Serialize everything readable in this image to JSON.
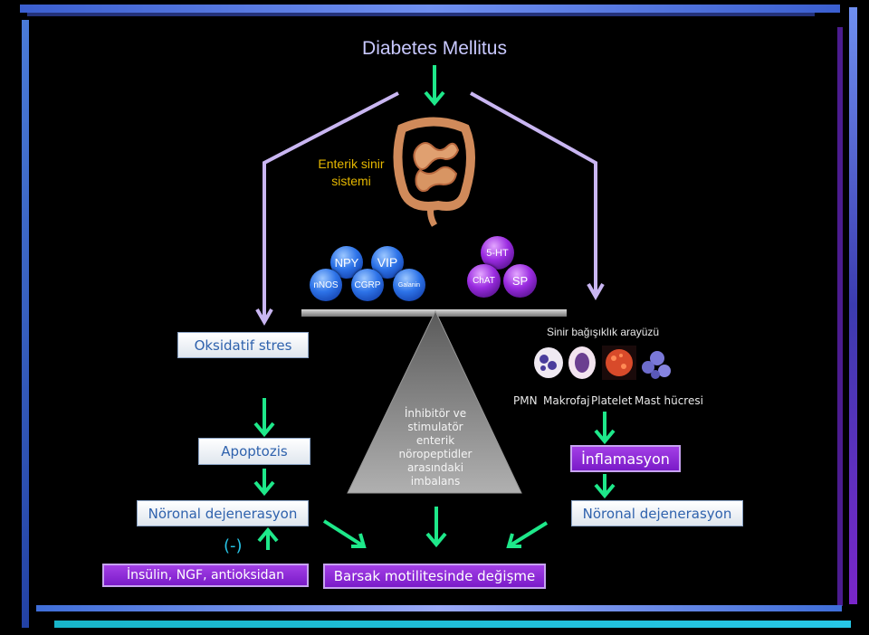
{
  "title": "Diabetes Mellitus",
  "enteric": {
    "line1": "Enterik sinir",
    "line2": "sistemi"
  },
  "neuro_left": [
    "NPY",
    "VIP",
    "nNOS",
    "CGRP",
    "Galanin"
  ],
  "neuro_right": [
    "5-HT",
    "ChAT",
    "SP"
  ],
  "oxidative": "Oksidatif stres",
  "interface_label": "Sinir bağışıklık arayüzü",
  "cell_labels": [
    "PMN",
    "Makrofaj",
    "Platelet",
    "Mast hücresi"
  ],
  "apoptosis": "Apoptozis",
  "triangle_text": [
    "İnhibitör ve",
    "stimulatör",
    "enterik",
    "nöropeptidler",
    "arasındaki",
    "imbalans"
  ],
  "inflammation": "İnflamasyon",
  "neuro_degen_left": "Nöronal dejenerasyon",
  "neuro_degen_right": "Nöronal dejenerasyon",
  "minus": "(-)",
  "insulin": "İnsülin, NGF, antioksidan",
  "motility": "Barsak motilitesinde değişme",
  "colors": {
    "arrow_green": "#1ee88a",
    "connector_lavender": "#c9b6f2",
    "purple_box": "#8a2be2",
    "title": "#c9c9ff"
  }
}
